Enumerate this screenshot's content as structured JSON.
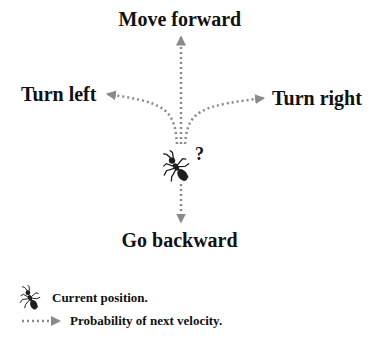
{
  "diagram": {
    "nodes": [
      {
        "text": [
          "Move forward"
        ]
      },
      {
        "text": [
          "Turn left"
        ]
      },
      {
        "text": [
          "Turn right"
        ]
      },
      {
        "text": [
          "?"
        ]
      },
      {
        "text": [
          "Go backward"
        ]
      }
    ],
    "edges": [
      {
        "from": 3,
        "to": 0,
        "arrow": "to"
      },
      {
        "from": 3,
        "to": 1,
        "arrow": "to"
      },
      {
        "from": 3,
        "to": 2,
        "arrow": "to"
      },
      {
        "from": 3,
        "to": 4,
        "arrow": "to"
      }
    ],
    "legend": [
      {
        "text": "Current position."
      },
      {
        "text": "Probability of next velocity."
      }
    ]
  }
}
